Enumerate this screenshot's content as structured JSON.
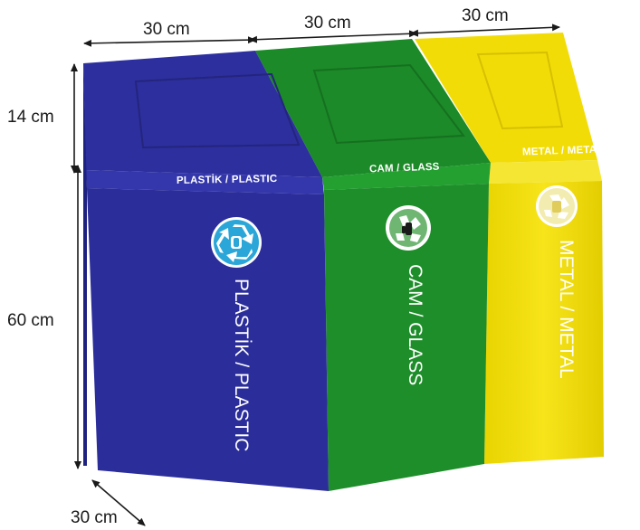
{
  "dimensions": {
    "width_top_1": "30 cm",
    "width_top_2": "30 cm",
    "width_top_3": "30 cm",
    "lid_height": "14 cm",
    "body_height": "60 cm",
    "depth": "30 cm"
  },
  "bins": [
    {
      "lid_label": "PLASTİK / PLASTIC",
      "side_label": "PLASTİK / PLASTIC",
      "color": "#2c2f9c",
      "icon": "recycle-icon"
    },
    {
      "lid_label": "CAM / GLASS",
      "side_label": "CAM / GLASS",
      "color": "#1f8f2a",
      "icon": "glass-recycle-icon"
    },
    {
      "lid_label": "METAL / METAL",
      "side_label": "METAL / METAL",
      "color": "#f2df10",
      "icon": "metal-recycle-icon"
    }
  ]
}
